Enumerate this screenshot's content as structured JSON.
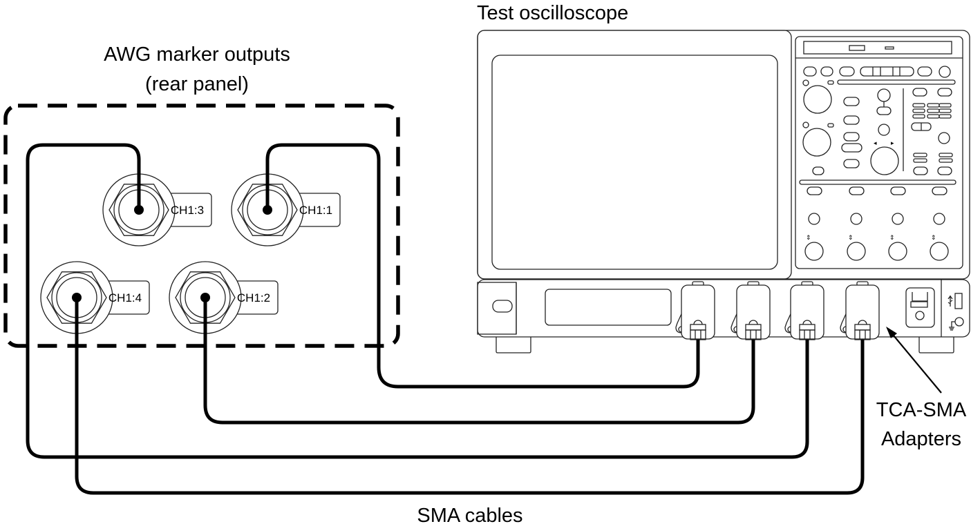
{
  "labels": {
    "awg_title_line1": "AWG marker outputs",
    "awg_title_line2": "(rear panel)",
    "scope_title": "Test oscilloscope",
    "adapters_line1": "TCA-SMA",
    "adapters_line2": "Adapters",
    "cables": "SMA cables"
  },
  "awg_ports": [
    {
      "id": "CH1:3",
      "label": "CH1:3"
    },
    {
      "id": "CH1:1",
      "label": "CH1:1"
    },
    {
      "id": "CH1:4",
      "label": "CH1:4"
    },
    {
      "id": "CH1:2",
      "label": "CH1:2"
    }
  ],
  "connections": [
    {
      "from": "CH1:1",
      "to_scope_input": 1
    },
    {
      "from": "CH1:2",
      "to_scope_input": 2
    },
    {
      "from": "CH1:3",
      "to_scope_input": 3
    },
    {
      "from": "CH1:4",
      "to_scope_input": 4
    }
  ],
  "scope": {
    "input_count": 4,
    "adapter_type": "TCA-SMA",
    "front_panel_icons": [
      "usb-icon",
      "ground-icon"
    ]
  },
  "colors": {
    "line": "#000000",
    "outline": "#222222",
    "background": "#ffffff"
  }
}
